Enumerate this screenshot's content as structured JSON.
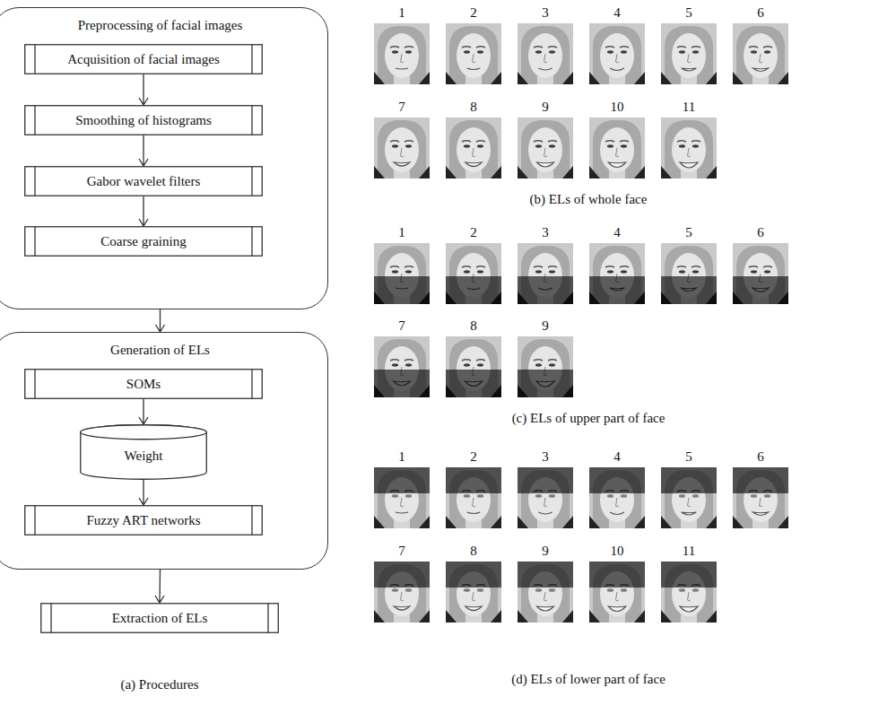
{
  "diagram": {
    "nodes": [
      {
        "text": [
          "Preprocessing of facial images"
        ]
      },
      {
        "text": [
          "Acquisition of facial images"
        ],
        "in": 0
      },
      {
        "text": [
          "Smoothing of histograms"
        ],
        "in": 0
      },
      {
        "text": [
          "Gabor wavelet filters"
        ],
        "in": 0
      },
      {
        "text": [
          "Coarse graining"
        ],
        "in": 0
      },
      {
        "text": [
          "Generation of ELs"
        ]
      },
      {
        "text": [
          "SOMs"
        ],
        "in": 5
      },
      {
        "text": [
          "Weight"
        ],
        "in": 5
      },
      {
        "text": [
          "Fuzzy ART networks"
        ],
        "in": 5
      },
      {
        "text": [
          "Extraction of ELs"
        ]
      }
    ],
    "edges": [
      {
        "from": 1,
        "to": 2,
        "arrow": "to"
      },
      {
        "from": 2,
        "to": 3,
        "arrow": "to"
      },
      {
        "from": 3,
        "to": 4,
        "arrow": "to"
      },
      {
        "from": 0,
        "to": 5,
        "arrow": "to"
      },
      {
        "from": 6,
        "to": 7,
        "arrow": "to"
      },
      {
        "from": 7,
        "to": 8,
        "arrow": "to"
      },
      {
        "from": 5,
        "to": 9,
        "arrow": "to"
      }
    ],
    "labels": [
      "(a) Procedures",
      "1",
      "2",
      "3",
      "4",
      "5",
      "6",
      "7",
      "8",
      "9",
      "10",
      "11",
      "(b) ELs of whole face",
      "1",
      "2",
      "3",
      "4",
      "5",
      "6",
      "7",
      "8",
      "9",
      "(c) ELs of upper part of face",
      "1",
      "2",
      "3",
      "4",
      "5",
      "6",
      "7",
      "8",
      "9",
      "10",
      "11",
      "(d) ELs of lower part of face"
    ]
  }
}
